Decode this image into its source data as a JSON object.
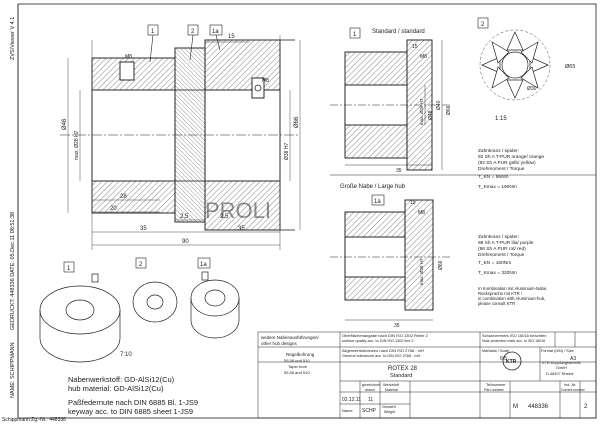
{
  "sheet": {
    "left_margin_text_top": "ZVS/Viewer V 4.1",
    "left_margin_text_mid": "GEDRUCKT: 448336  DATE: 05.Dec.11 08:51:38",
    "left_margin_text_bot": "NAME: SCHIPPMANN",
    "bottom_left_text": "Schippmann  Zg.-Nr.: 448336",
    "watermark": "PROLI"
  },
  "views": {
    "standard_title": "Standard / standard",
    "large_hub_title": "Große Nabe / Large hub",
    "scale_label": "1:15",
    "iso_scale": "7:10",
    "balloons": [
      "1",
      "2",
      "1a",
      "2",
      "1",
      "1a",
      "1",
      "2",
      "1a"
    ]
  },
  "dims": {
    "main": {
      "d15": "15",
      "m8": "M8",
      "d46": "Ø46",
      "d28": "max. Ø28 H7",
      "d38": "Ø38 H7",
      "d66": "Ø66",
      "d28b": "28",
      "d35": "35",
      "d20": "20",
      "d25a": "2,5",
      "d25b": "2,5",
      "d35b": "35",
      "d90": "90"
    },
    "standard": {
      "m8": "M8",
      "d15": "15",
      "d28": "max. Ø28 H7",
      "d48": "Ø48",
      "d40": "Ø40",
      "d66": "Ø66",
      "d35": "35",
      "d38": "Ø38"
    },
    "large": {
      "m8": "M8",
      "d15": "15",
      "d28": "max. Ø28 H7",
      "d66": "Ø66",
      "d35": "35"
    },
    "spider": {
      "d65": "Ø65",
      "d30": "Ø30"
    }
  },
  "spider_text": {
    "spec1": "Zahnkranz / spider:",
    "spec2": "92 Sh A T-PUR orange/ orange",
    "spec3": "(92 Sh A PUR gelb/ yellow)",
    "spec4": "Drehmoment / Torque",
    "tkn": "T_KN = 95Nm",
    "tkmax": "T_Kmax = 190Nm"
  },
  "spider_text2": {
    "spec1": "Zahnkranz / spider:",
    "spec2": "98 Sh A T-PUR lila/ purple",
    "spec3": "(98 Sh A PUR rot/ red)",
    "spec4": "Drehmoment / Torque",
    "tkn": "T_KN = 160Nm",
    "tkmax": "T_Kmax = 320Nm",
    "note1": "In Kombination mit Aluminium-Nabe,",
    "note2": "Rücksprache mit KTR /",
    "note3": "in combination with Aluminium-hub,",
    "note4": "please consult KTR"
  },
  "material": {
    "hub_de": "Nabenwerkstoff: GD-AlSi12(Cu)",
    "hub_en": "hub material: GD-AlSi12(Cu)",
    "key_de": "Paßfedernute nach DIN 6885 Bl. 1-JS9",
    "key_en": "keyway acc. to DIN 6885 sheet 1-JS9"
  },
  "titleblock": {
    "hub_designs_de": "weitere Nabenausführungen/",
    "hub_designs_en": "other hub designs",
    "bore_title": "Regelbohrung",
    "bore1": "55,58 und 510",
    "bore2": "Taper bore",
    "bore3": "55,58 and 510",
    "surface_de": "Oberflächenangabe nach DIN ISO 1302 Reihe 2",
    "surface_en": "surface quality acc. to DIN ISO 1302 line 2",
    "tol_de": "Allgemeintoleranzen nach DIN ISO 2768 - mH",
    "tol_en": "General tolerances acc. to DIN ISO 2768 - mH",
    "protect_de": "Schutzvermerk ISO 16016 beachten",
    "protect_en": "Note protection mark acc. to ISO 16016",
    "massstab": "Maßstab / Scale",
    "scale_val": "6:5",
    "format": "Format (DIN) / Size",
    "size_val": "A3",
    "product": "ROTEX 28",
    "variant": "Standard",
    "company1": "KTR-Kupplungstechnik",
    "company2": "GmbH",
    "company3": "D-48407 Rheine",
    "logo": "KTR",
    "drawn_de": "gezeichnet",
    "drawn_en": "drawn",
    "material_de": "Werkstoff",
    "material_en": "Material",
    "partno_de": "Teilnummer",
    "partno_en": "Part number",
    "index_de": "Ind.-Nr.",
    "index_en": "Current number",
    "date_val": "02.12.11",
    "weight_de": "Gewicht",
    "weight_en": "Weight",
    "name_de": "Name",
    "name_val": "SCHP",
    "doc_m": "M",
    "doc_no": "448336",
    "sheet_no": "2",
    "col_11": "11"
  }
}
